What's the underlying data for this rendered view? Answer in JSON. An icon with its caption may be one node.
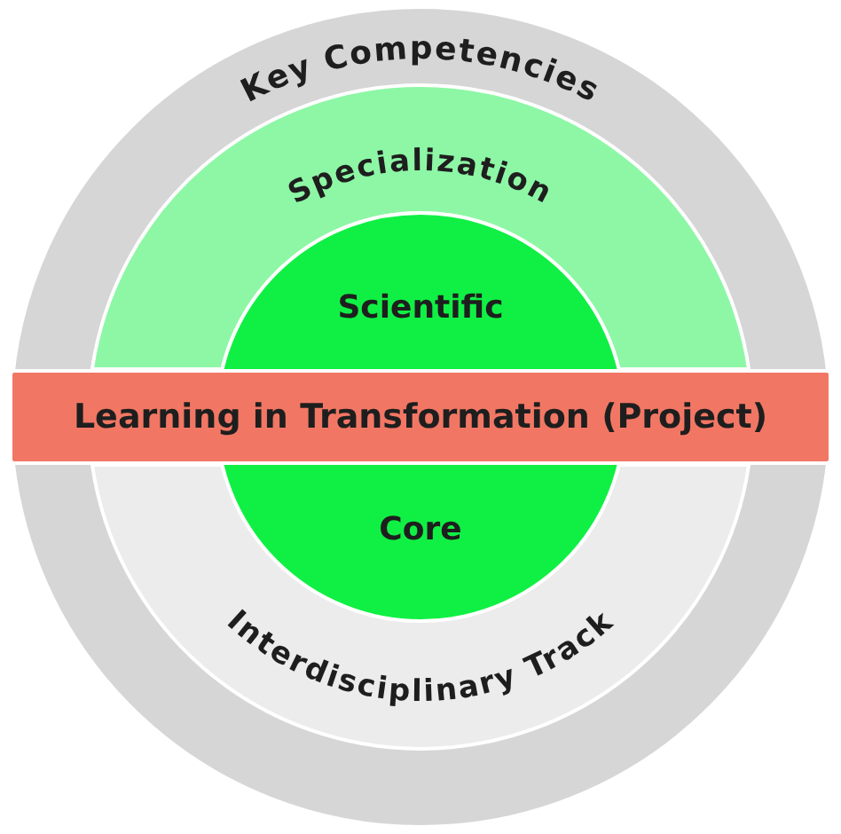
{
  "diagram": {
    "nodes": [
      {
        "text": [
          "Key Competencies"
        ]
      },
      {
        "text": [
          "Specialization"
        ],
        "in": 0
      },
      {
        "text": [
          "Scientific",
          "Core"
        ],
        "in": 0
      },
      {
        "text": [
          "Learning in Transformation (Project)"
        ],
        "in": 0
      },
      {
        "text": [
          "Interdisciplinary Track"
        ],
        "in": 0
      }
    ]
  }
}
